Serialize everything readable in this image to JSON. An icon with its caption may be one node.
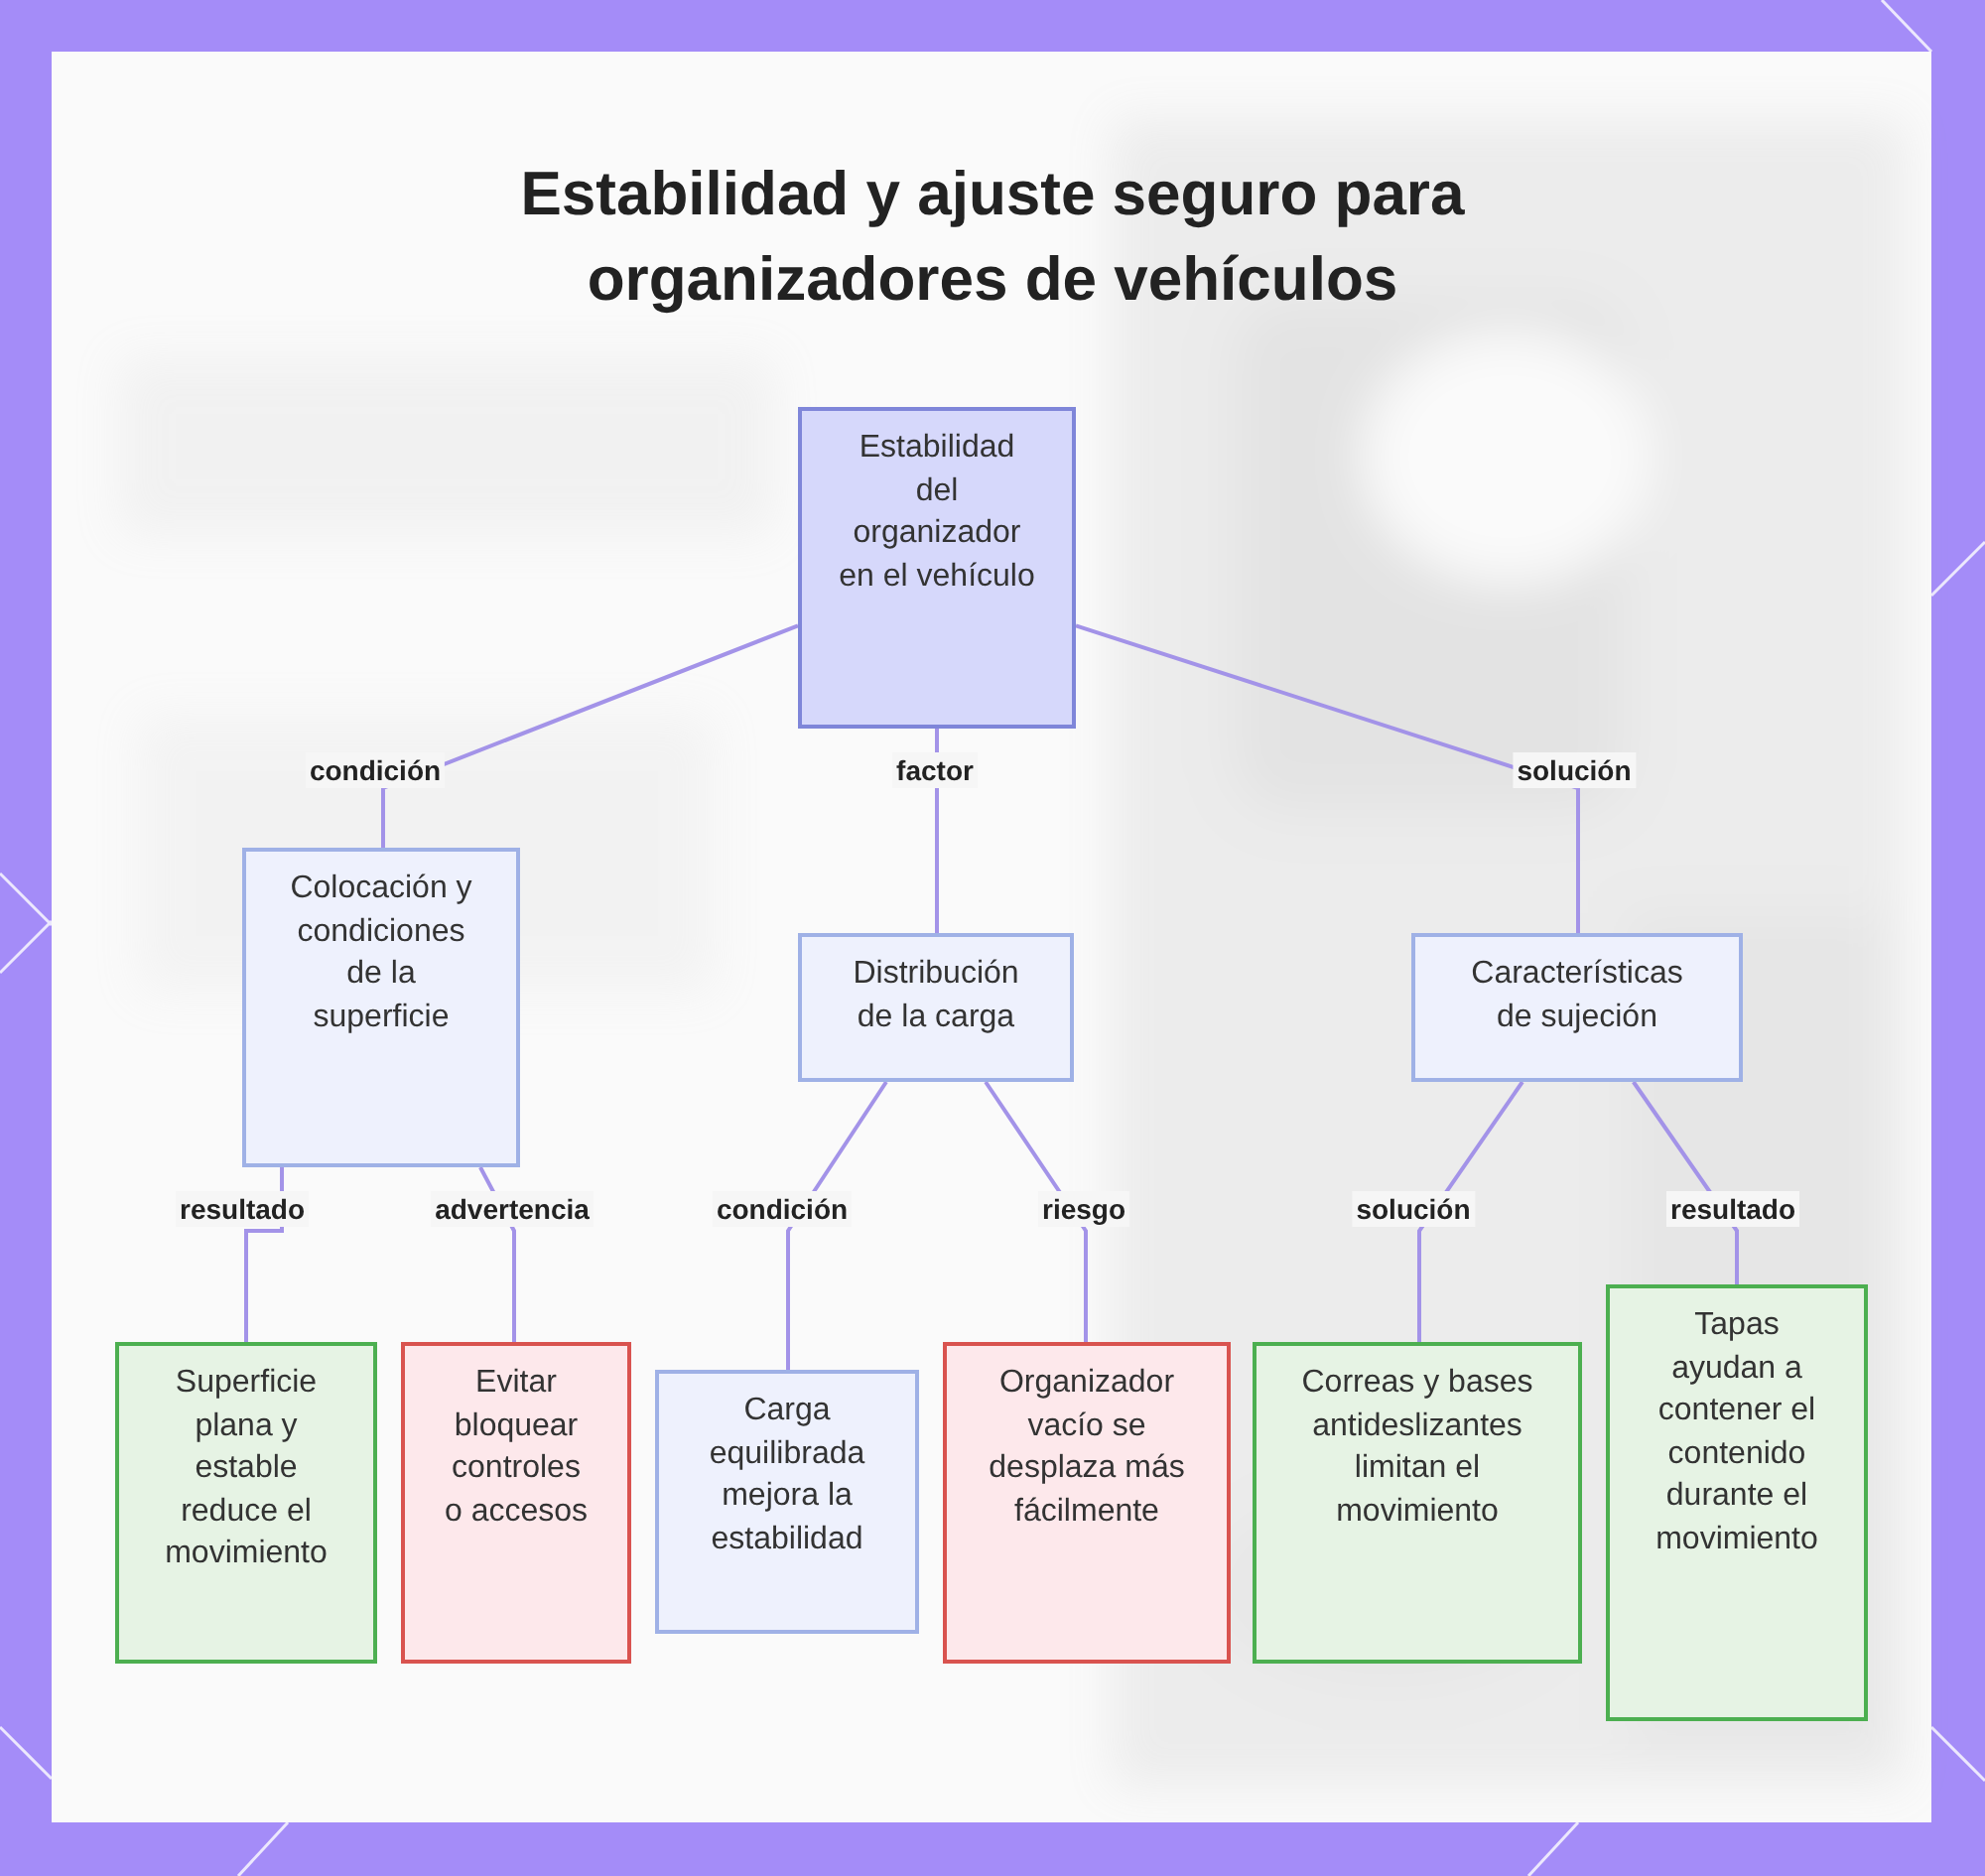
{
  "diagram": {
    "title": "Estabilidad y ajuste seguro para organizadores de vehículos",
    "nodes": [
      {
        "text": [
          "Estabilidad del organizador en el vehículo"
        ]
      },
      {
        "text": [
          "Colocación y condiciones de la superficie"
        ]
      },
      {
        "text": [
          "Distribución de la carga"
        ]
      },
      {
        "text": [
          "Características de sujeción"
        ]
      },
      {
        "text": [
          "Superficie plana y estable reduce el movimiento"
        ]
      },
      {
        "text": [
          "Evitar bloquear controles o accesos"
        ]
      },
      {
        "text": [
          "Carga equilibrada mejora la estabilidad"
        ]
      },
      {
        "text": [
          "Organizador vacío se desplaza más fácilmente"
        ]
      },
      {
        "text": [
          "Correas y bases antideslizantes limitan el movimiento"
        ]
      },
      {
        "text": [
          "Tapas ayudan a contener el contenido durante el movimiento"
        ]
      }
    ],
    "edges": [
      {
        "from": 0,
        "to": 1,
        "arrow": "none",
        "label": "condición"
      },
      {
        "from": 0,
        "to": 2,
        "arrow": "none",
        "label": "factor"
      },
      {
        "from": 0,
        "to": 3,
        "arrow": "none",
        "label": "solución"
      },
      {
        "from": 1,
        "to": 4,
        "arrow": "none",
        "label": "resultado"
      },
      {
        "from": 1,
        "to": 5,
        "arrow": "none",
        "label": "advertencia"
      },
      {
        "from": 2,
        "to": 6,
        "arrow": "none",
        "label": "condición"
      },
      {
        "from": 2,
        "to": 7,
        "arrow": "none",
        "label": "riesgo"
      },
      {
        "from": 3,
        "to": 8,
        "arrow": "none",
        "label": "solución"
      },
      {
        "from": 3,
        "to": 9,
        "arrow": "none",
        "label": "resultado"
      }
    ]
  }
}
